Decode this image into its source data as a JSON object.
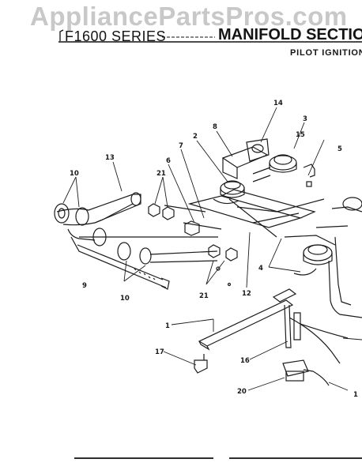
{
  "header": {
    "watermark": "AppliancePartsPros.com",
    "series": "F1600 SERIES",
    "section": "MANIFOLD SECTION",
    "subsection": "PILOT IGNITION"
  },
  "callouts": [
    {
      "id": "c14",
      "label": "14"
    },
    {
      "id": "c8",
      "label": "8"
    },
    {
      "id": "c3",
      "label": "3"
    },
    {
      "id": "c2",
      "label": "2"
    },
    {
      "id": "c15",
      "label": "15"
    },
    {
      "id": "c5",
      "label": "5"
    },
    {
      "id": "c7",
      "label": "7"
    },
    {
      "id": "c13",
      "label": "13"
    },
    {
      "id": "c6",
      "label": "6"
    },
    {
      "id": "c10a",
      "label": "10"
    },
    {
      "id": "c21a",
      "label": "21"
    },
    {
      "id": "c9",
      "label": "9"
    },
    {
      "id": "c10b",
      "label": "10"
    },
    {
      "id": "c4",
      "label": "4"
    },
    {
      "id": "c21b",
      "label": "21"
    },
    {
      "id": "c12",
      "label": "12"
    },
    {
      "id": "c1a",
      "label": "1"
    },
    {
      "id": "c17",
      "label": "17"
    },
    {
      "id": "c16",
      "label": "16"
    },
    {
      "id": "c20",
      "label": "20"
    },
    {
      "id": "c1b",
      "label": "1"
    }
  ]
}
